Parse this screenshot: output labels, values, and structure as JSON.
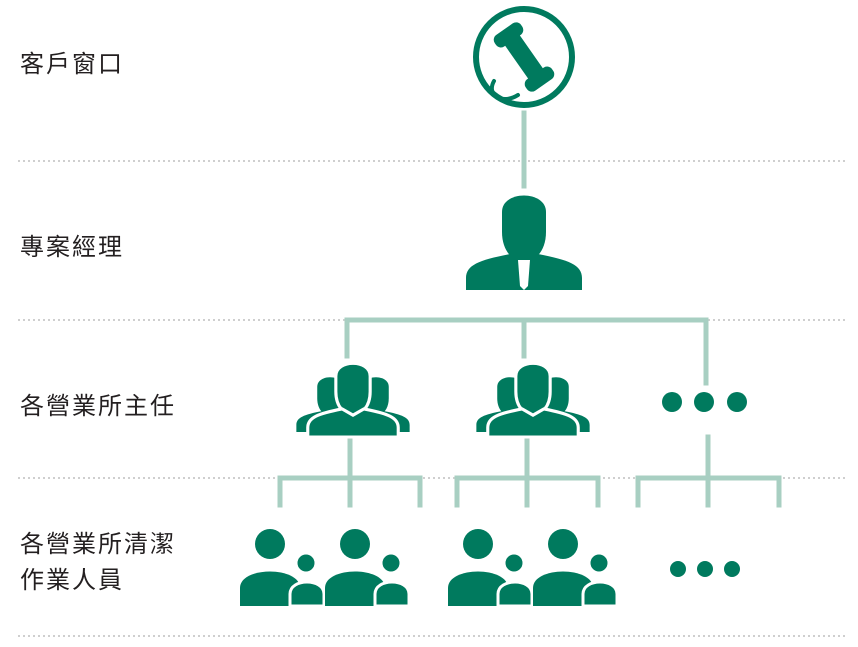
{
  "rows": [
    {
      "label_lines": [
        "客戶窗口"
      ]
    },
    {
      "label_lines": [
        "專案經理"
      ]
    },
    {
      "label_lines": [
        "各營業所主任"
      ]
    },
    {
      "label_lines": [
        "各營業所清潔",
        "作業人員"
      ]
    }
  ],
  "colors": {
    "primary": "#007a5e",
    "connector": "#a8cfc2",
    "divider": "#bfbfbf",
    "text": "#231f20"
  },
  "icons": {
    "client": "phone-in-circle-icon",
    "manager": "businessman-icon",
    "supervisor": "person-group-icon",
    "staff": "staff-pair-icon",
    "more": "ellipsis-icon"
  }
}
